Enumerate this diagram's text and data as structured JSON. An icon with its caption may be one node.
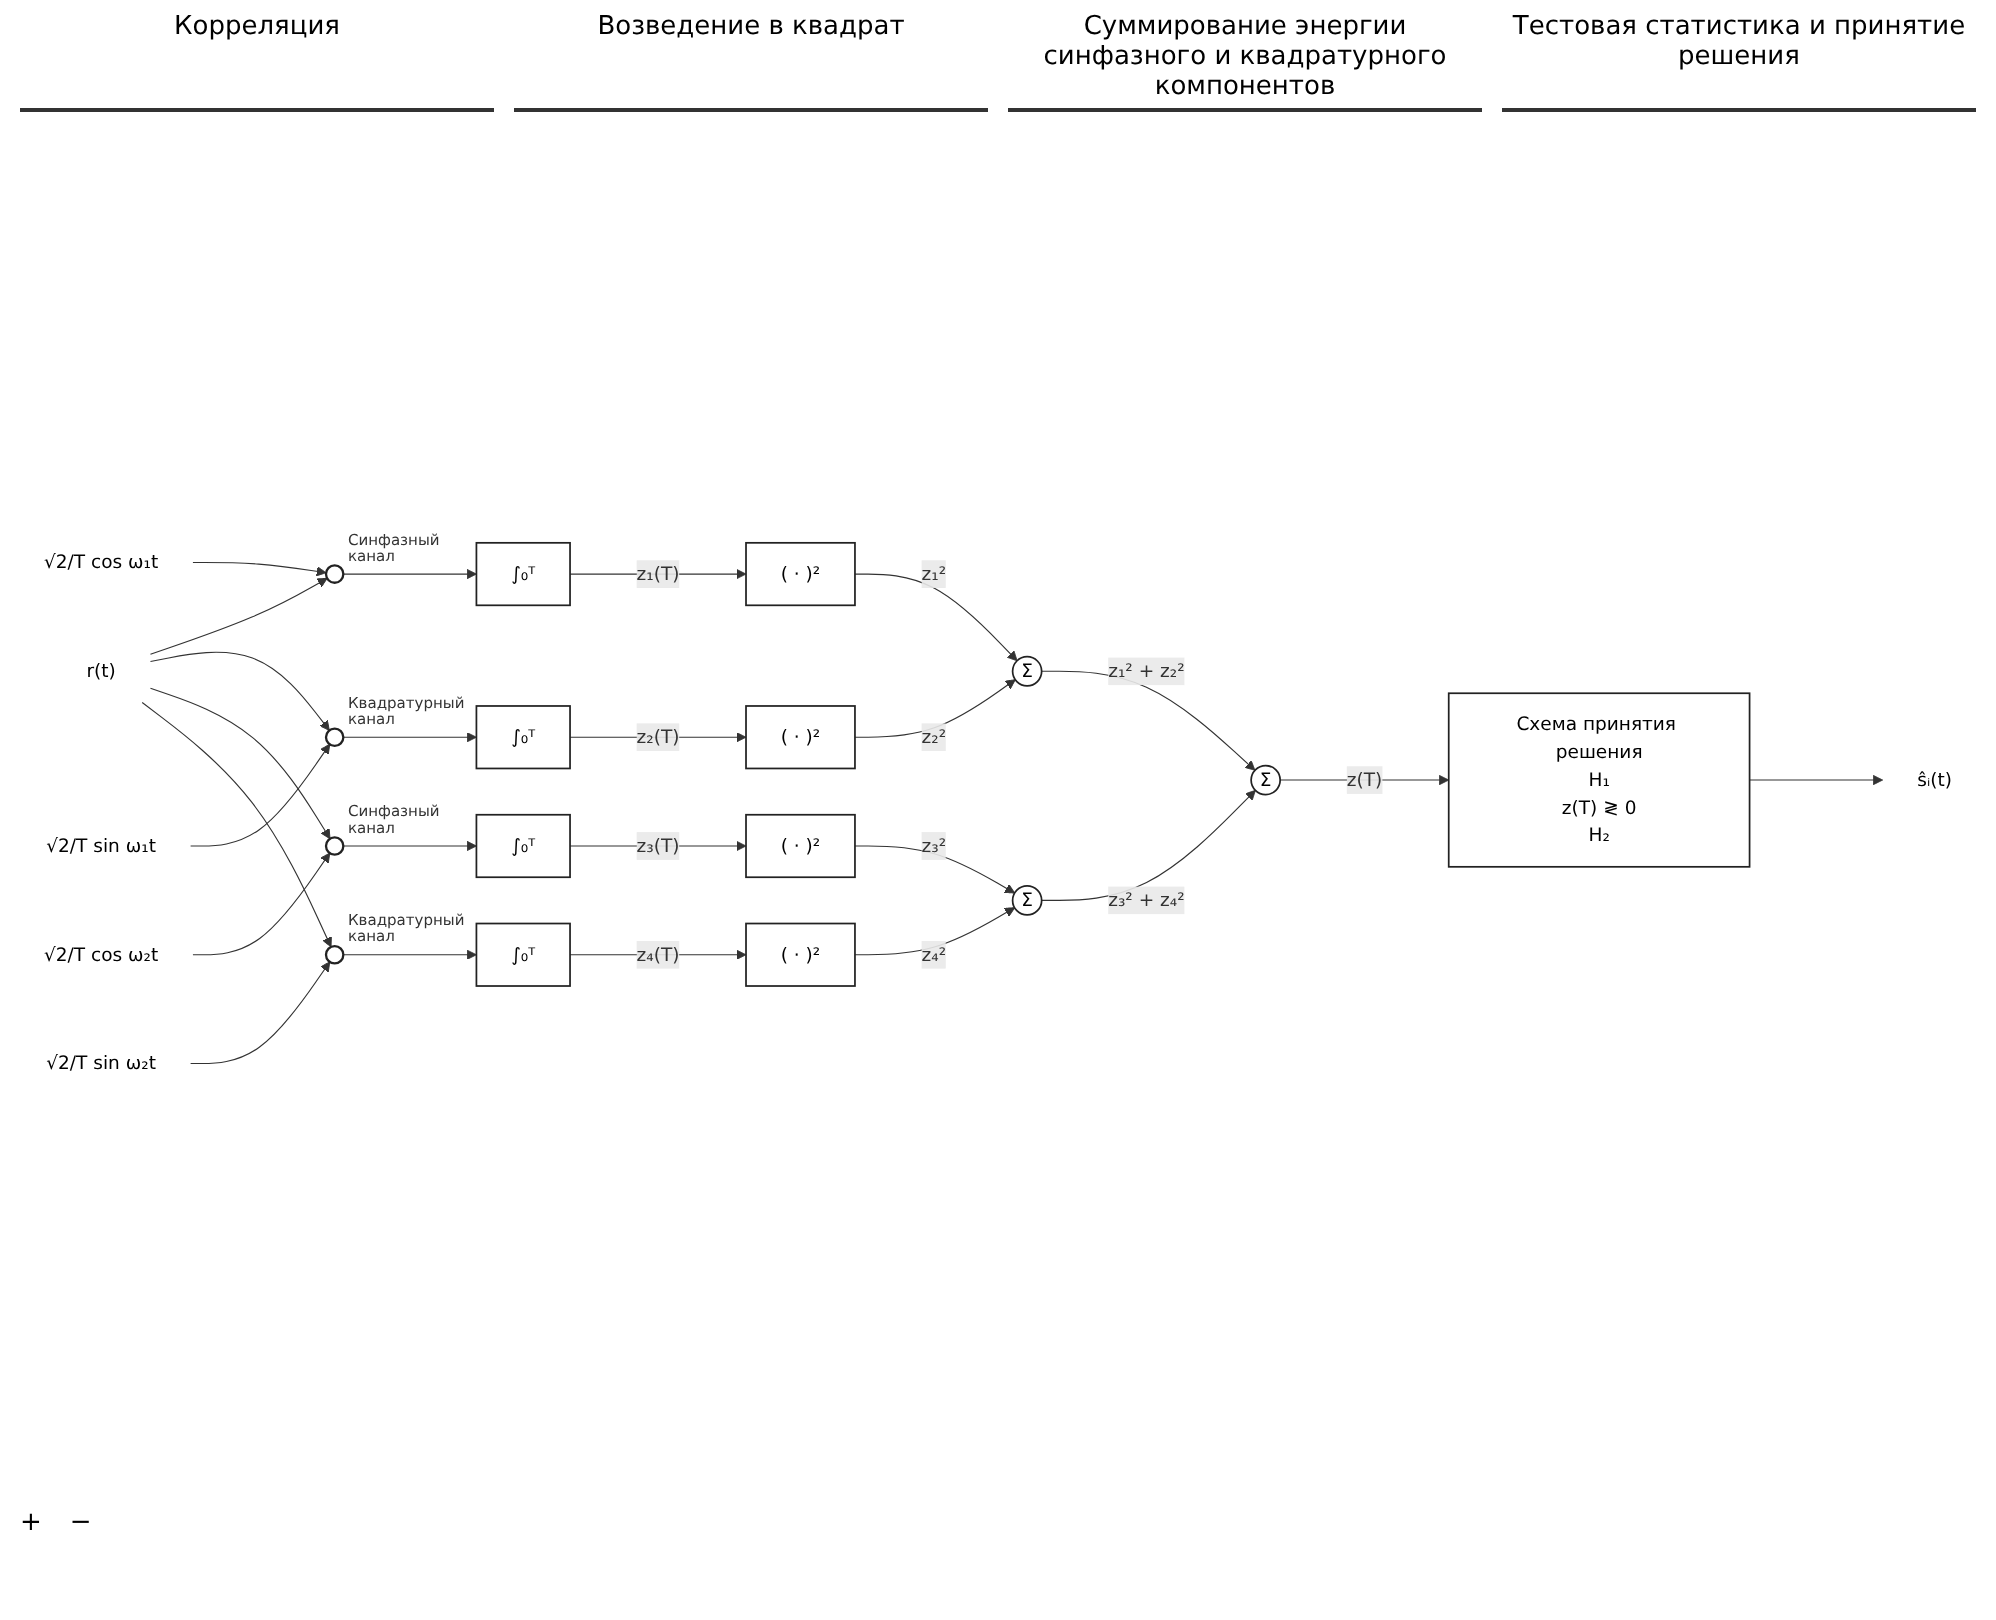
{
  "diagram": {
    "nodes": [
      {
        "text": [
          "r(t)"
        ]
      },
      {
        "text": [
          "√2/T cos ω₁t"
        ]
      },
      {
        "text": [],
        "shape": "circle",
        "beside": [
          "Синфазный канал"
        ]
      },
      {
        "text": [
          "∫₀ᵀ"
        ]
      },
      {
        "text": [
          "( · )²"
        ]
      },
      {
        "text": [
          "√2/T sin ω₁t"
        ]
      },
      {
        "text": [],
        "shape": "circle",
        "beside": [
          "Квадратурный канал"
        ]
      },
      {
        "text": [
          "∫₀ᵀ"
        ]
      },
      {
        "text": [
          "( · )²"
        ]
      },
      {
        "text": [
          "Σ"
        ]
      },
      {
        "text": [
          "√2/T cos ω₂t"
        ]
      },
      {
        "text": [],
        "shape": "circle",
        "beside": [
          "Синфазный канал"
        ]
      },
      {
        "text": [
          "∫₀ᵀ"
        ]
      },
      {
        "text": [
          "( · )²"
        ]
      },
      {
        "text": [
          "√2/T sin ω₂t"
        ]
      },
      {
        "text": [],
        "shape": "circle",
        "beside": [
          "Квадратурный канал"
        ]
      },
      {
        "text": [
          "∫₀ᵀ"
        ]
      },
      {
        "text": [
          "( · )²"
        ]
      },
      {
        "text": [
          "Σ"
        ]
      },
      {
        "text": [
          "Σ"
        ]
      },
      {
        "text": [
          "Схема принятия решения",
          "H₁",
          "z(T) ≷ 0",
          "H₂"
        ]
      },
      {
        "text": [
          "ŝᵢ(t)"
        ]
      }
    ],
    "edges": [
      {
        "from": 0,
        "to": 2,
        "arrow": "to"
      },
      {
        "from": 0,
        "to": 6,
        "arrow": "to"
      },
      {
        "from": 0,
        "to": 11,
        "arrow": "to"
      },
      {
        "from": 0,
        "to": 15,
        "arrow": "to"
      },
      {
        "from": 1,
        "to": 2,
        "arrow": "to"
      },
      {
        "from": 2,
        "to": 3,
        "arrow": "to"
      },
      {
        "from": 3,
        "to": 4,
        "label": "z₁(T)",
        "arrow": "to"
      },
      {
        "from": 4,
        "to": 9,
        "label": "z₁²",
        "arrow": "to"
      },
      {
        "from": 5,
        "to": 6,
        "arrow": "to"
      },
      {
        "from": 6,
        "to": 7,
        "arrow": "to"
      },
      {
        "from": 7,
        "to": 8,
        "label": "z₂(T)",
        "arrow": "to"
      },
      {
        "from": 8,
        "to": 9,
        "label": "z₂²",
        "arrow": "to"
      },
      {
        "from": 10,
        "to": 11,
        "arrow": "to"
      },
      {
        "from": 11,
        "to": 12,
        "arrow": "to"
      },
      {
        "from": 12,
        "to": 13,
        "label": "z₃(T)",
        "arrow": "to"
      },
      {
        "from": 13,
        "to": 18,
        "label": "z₃²",
        "arrow": "to"
      },
      {
        "from": 14,
        "to": 15,
        "arrow": "to"
      },
      {
        "from": 15,
        "to": 16,
        "arrow": "to"
      },
      {
        "from": 16,
        "to": 17,
        "label": "z₄(T)",
        "arrow": "to"
      },
      {
        "from": 17,
        "to": 18,
        "label": "z₄²",
        "arrow": "to"
      },
      {
        "from": 9,
        "to": 19,
        "label": "z₁² + z₂²",
        "arrow": "to"
      },
      {
        "from": 18,
        "to": 19,
        "label": "z₃² + z₄²",
        "arrow": "to"
      },
      {
        "from": 19,
        "to": 20,
        "label": "z(T)",
        "arrow": "to"
      },
      {
        "from": 20,
        "to": 21,
        "arrow": "to"
      }
    ],
    "labels": [
      "Корреляция",
      "Возведение в квадрат",
      "Суммирование энергии синфазного и квадратурного компонентов",
      "Тестовая статистика и принятие решения",
      "+",
      "−"
    ]
  }
}
